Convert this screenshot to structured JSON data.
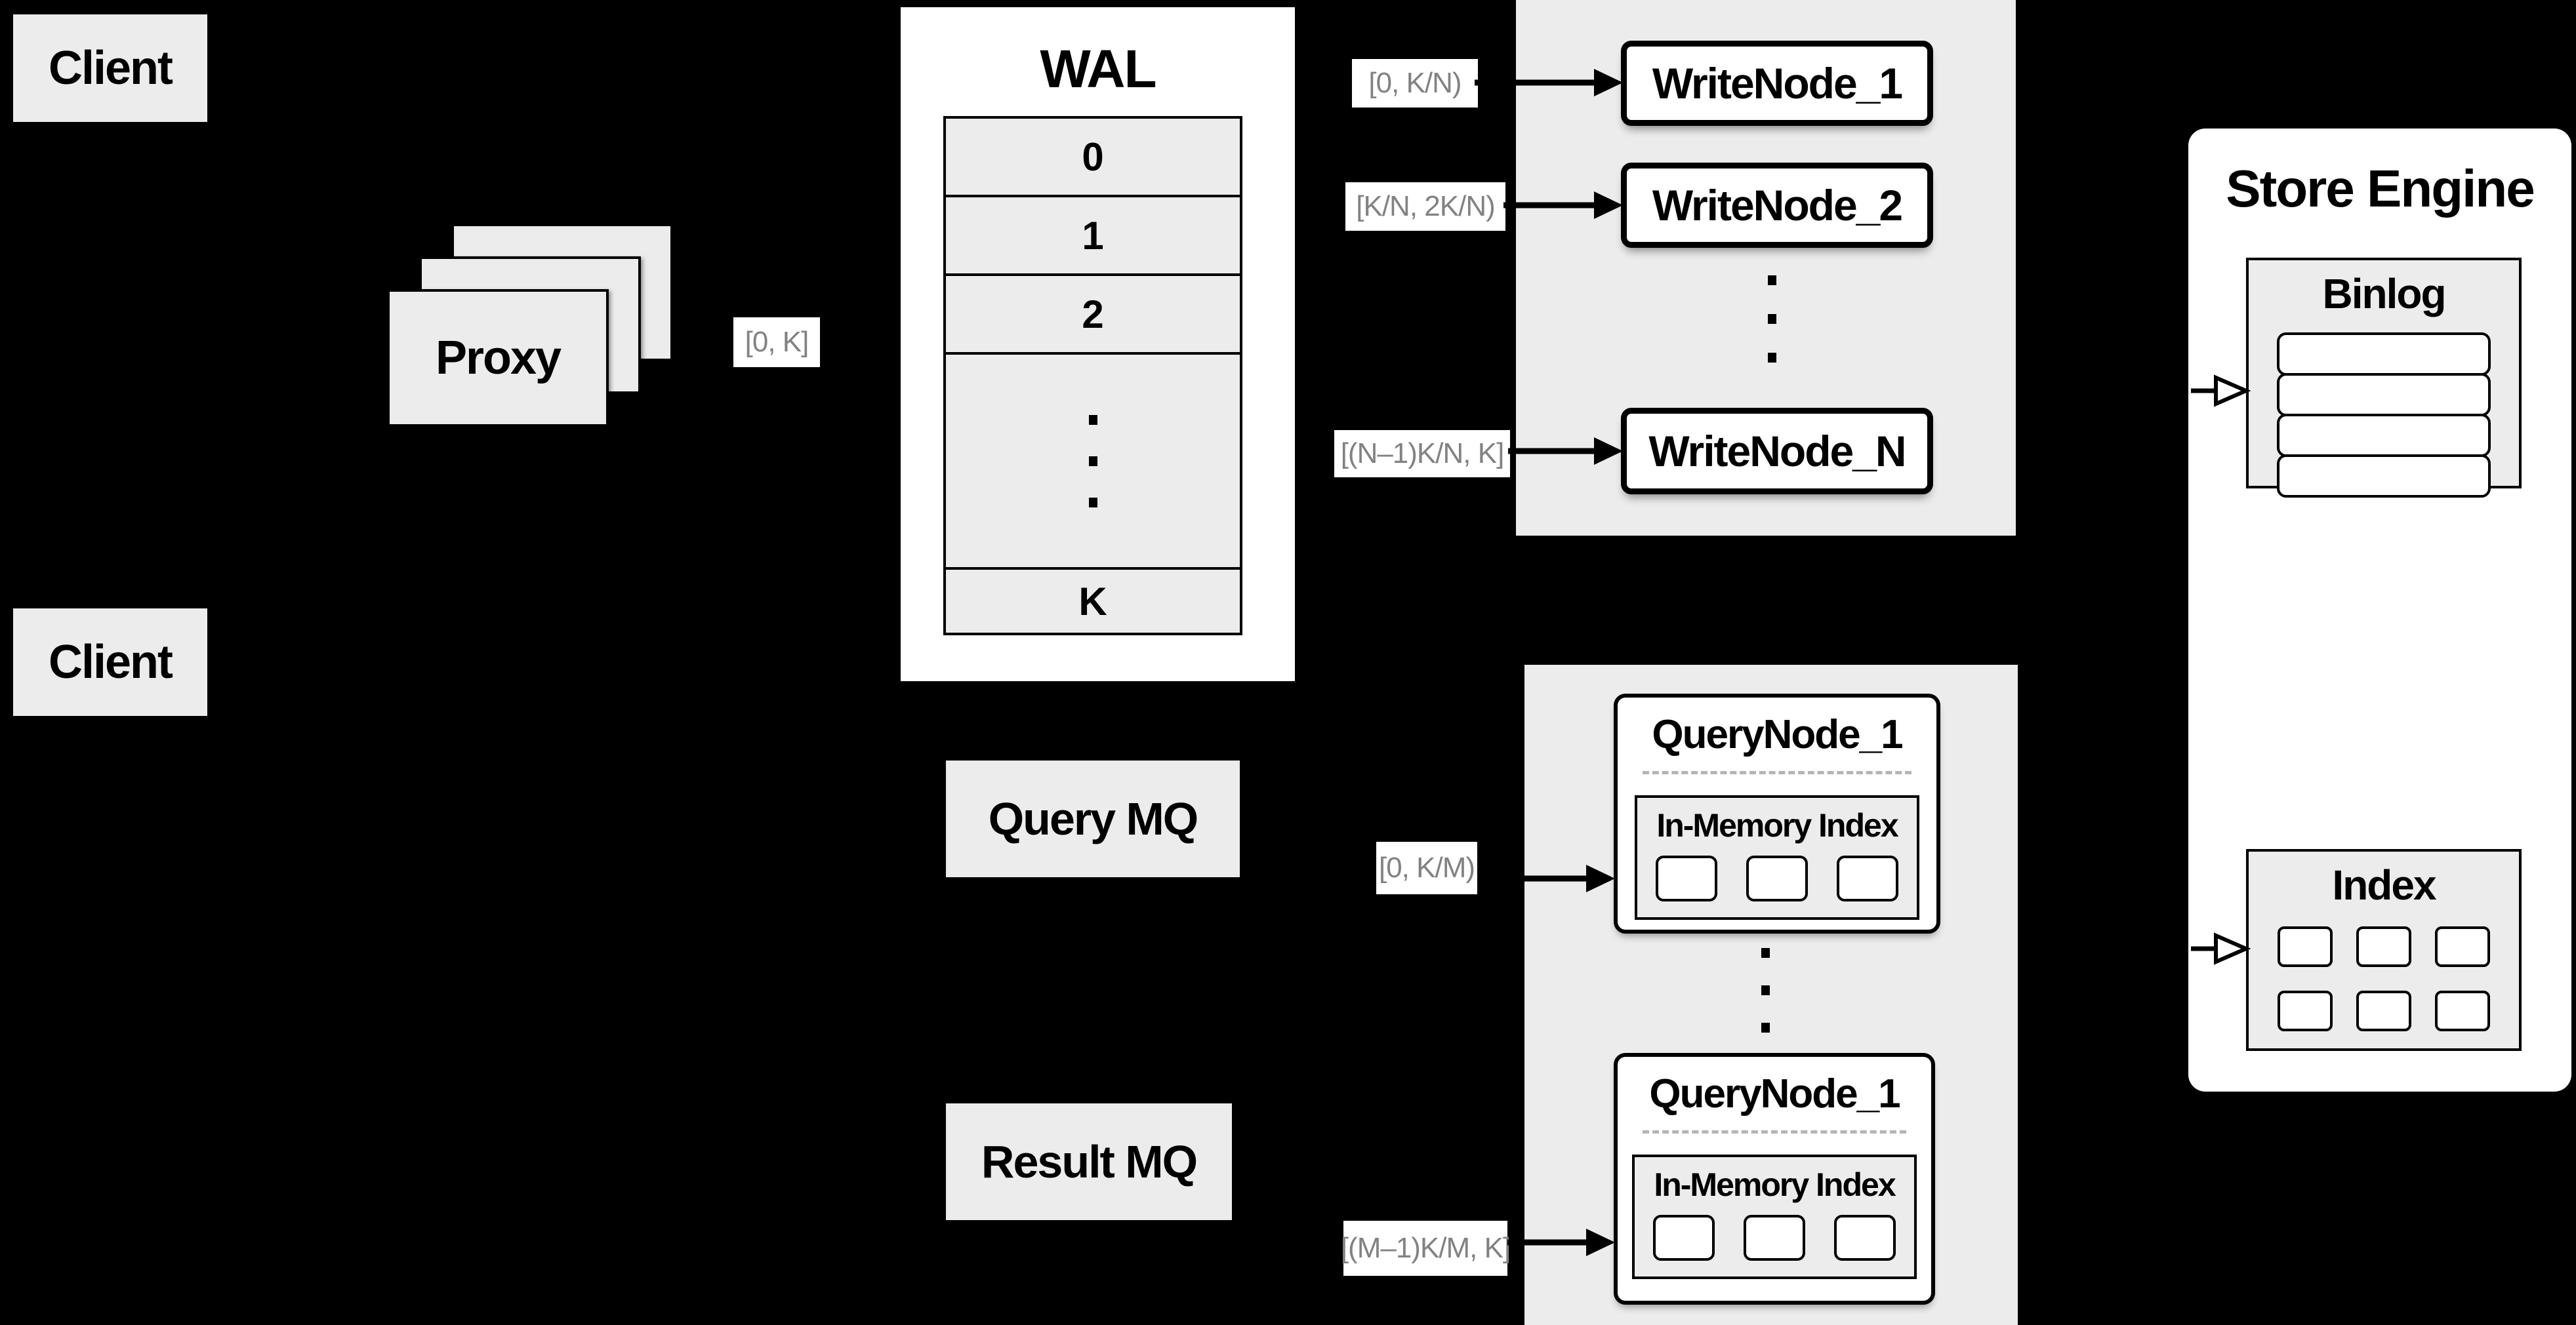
{
  "diagram": {
    "clients": {
      "top_label": "Client",
      "bottom_label": "Client"
    },
    "proxy": {
      "label": "Proxy"
    },
    "edge_labels": {
      "proxy_to_wal": "[0, K]",
      "to_writenode_1": "[0, K/N)",
      "to_writenode_2": "[K/N, 2K/N)",
      "to_writenode_n": "[(N–1)K/N, K]",
      "to_querynode_top": "[0, K/M)",
      "to_querynode_bottom": "[(M–1)K/M, K]"
    },
    "wal": {
      "title": "WAL",
      "rows": [
        "0",
        "1",
        "2",
        "K"
      ]
    },
    "write_nodes": {
      "node1": "WriteNode_1",
      "node2": "WriteNode_2",
      "nodeN": "WriteNode_N"
    },
    "store_engine": {
      "title": "Store Engine",
      "binlog_title": "Binlog",
      "index_title": "Index"
    },
    "query_mq": {
      "label": "Query MQ"
    },
    "result_mq": {
      "label": "Result MQ"
    },
    "query_nodes": {
      "top_title": "QueryNode_1",
      "bottom_title": "QueryNode_1",
      "in_memory_top": "In-Memory Index",
      "in_memory_bottom": "In-Memory Index"
    },
    "colors": {
      "background": "#000000",
      "panel_gray": "#ececec",
      "box_white": "#ffffff",
      "border_black": "#000000",
      "range_label_text": "#828282",
      "dashed_divider": "#b5b5b5"
    }
  }
}
